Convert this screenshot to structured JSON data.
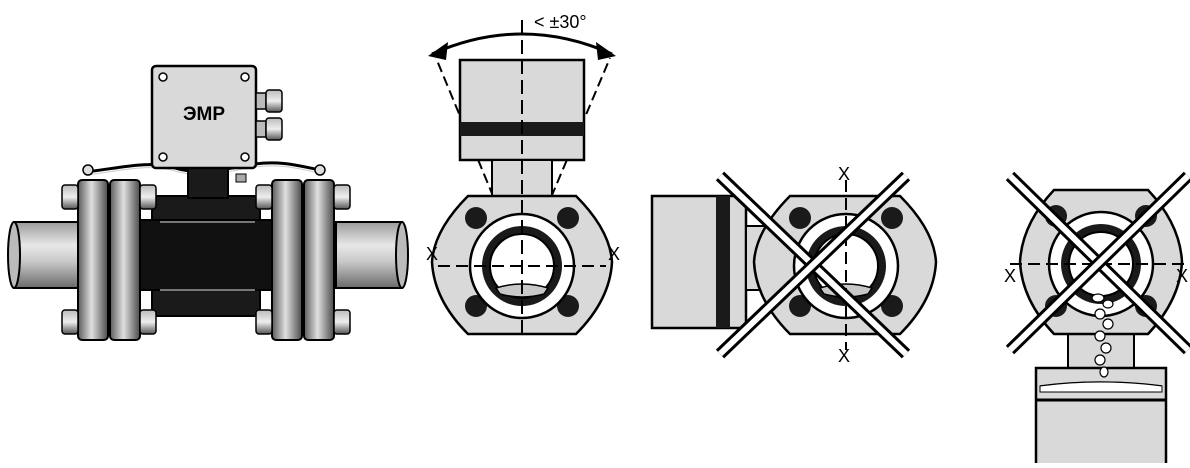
{
  "device_label": "ЭМР",
  "angle_label": "< ±30°",
  "axis_marker": "X",
  "colors": {
    "stroke": "#000000",
    "light_gray": "#d9d9d9",
    "mid_gray": "#a9a9a9",
    "dark": "#1a1a1a",
    "white": "#ffffff"
  }
}
